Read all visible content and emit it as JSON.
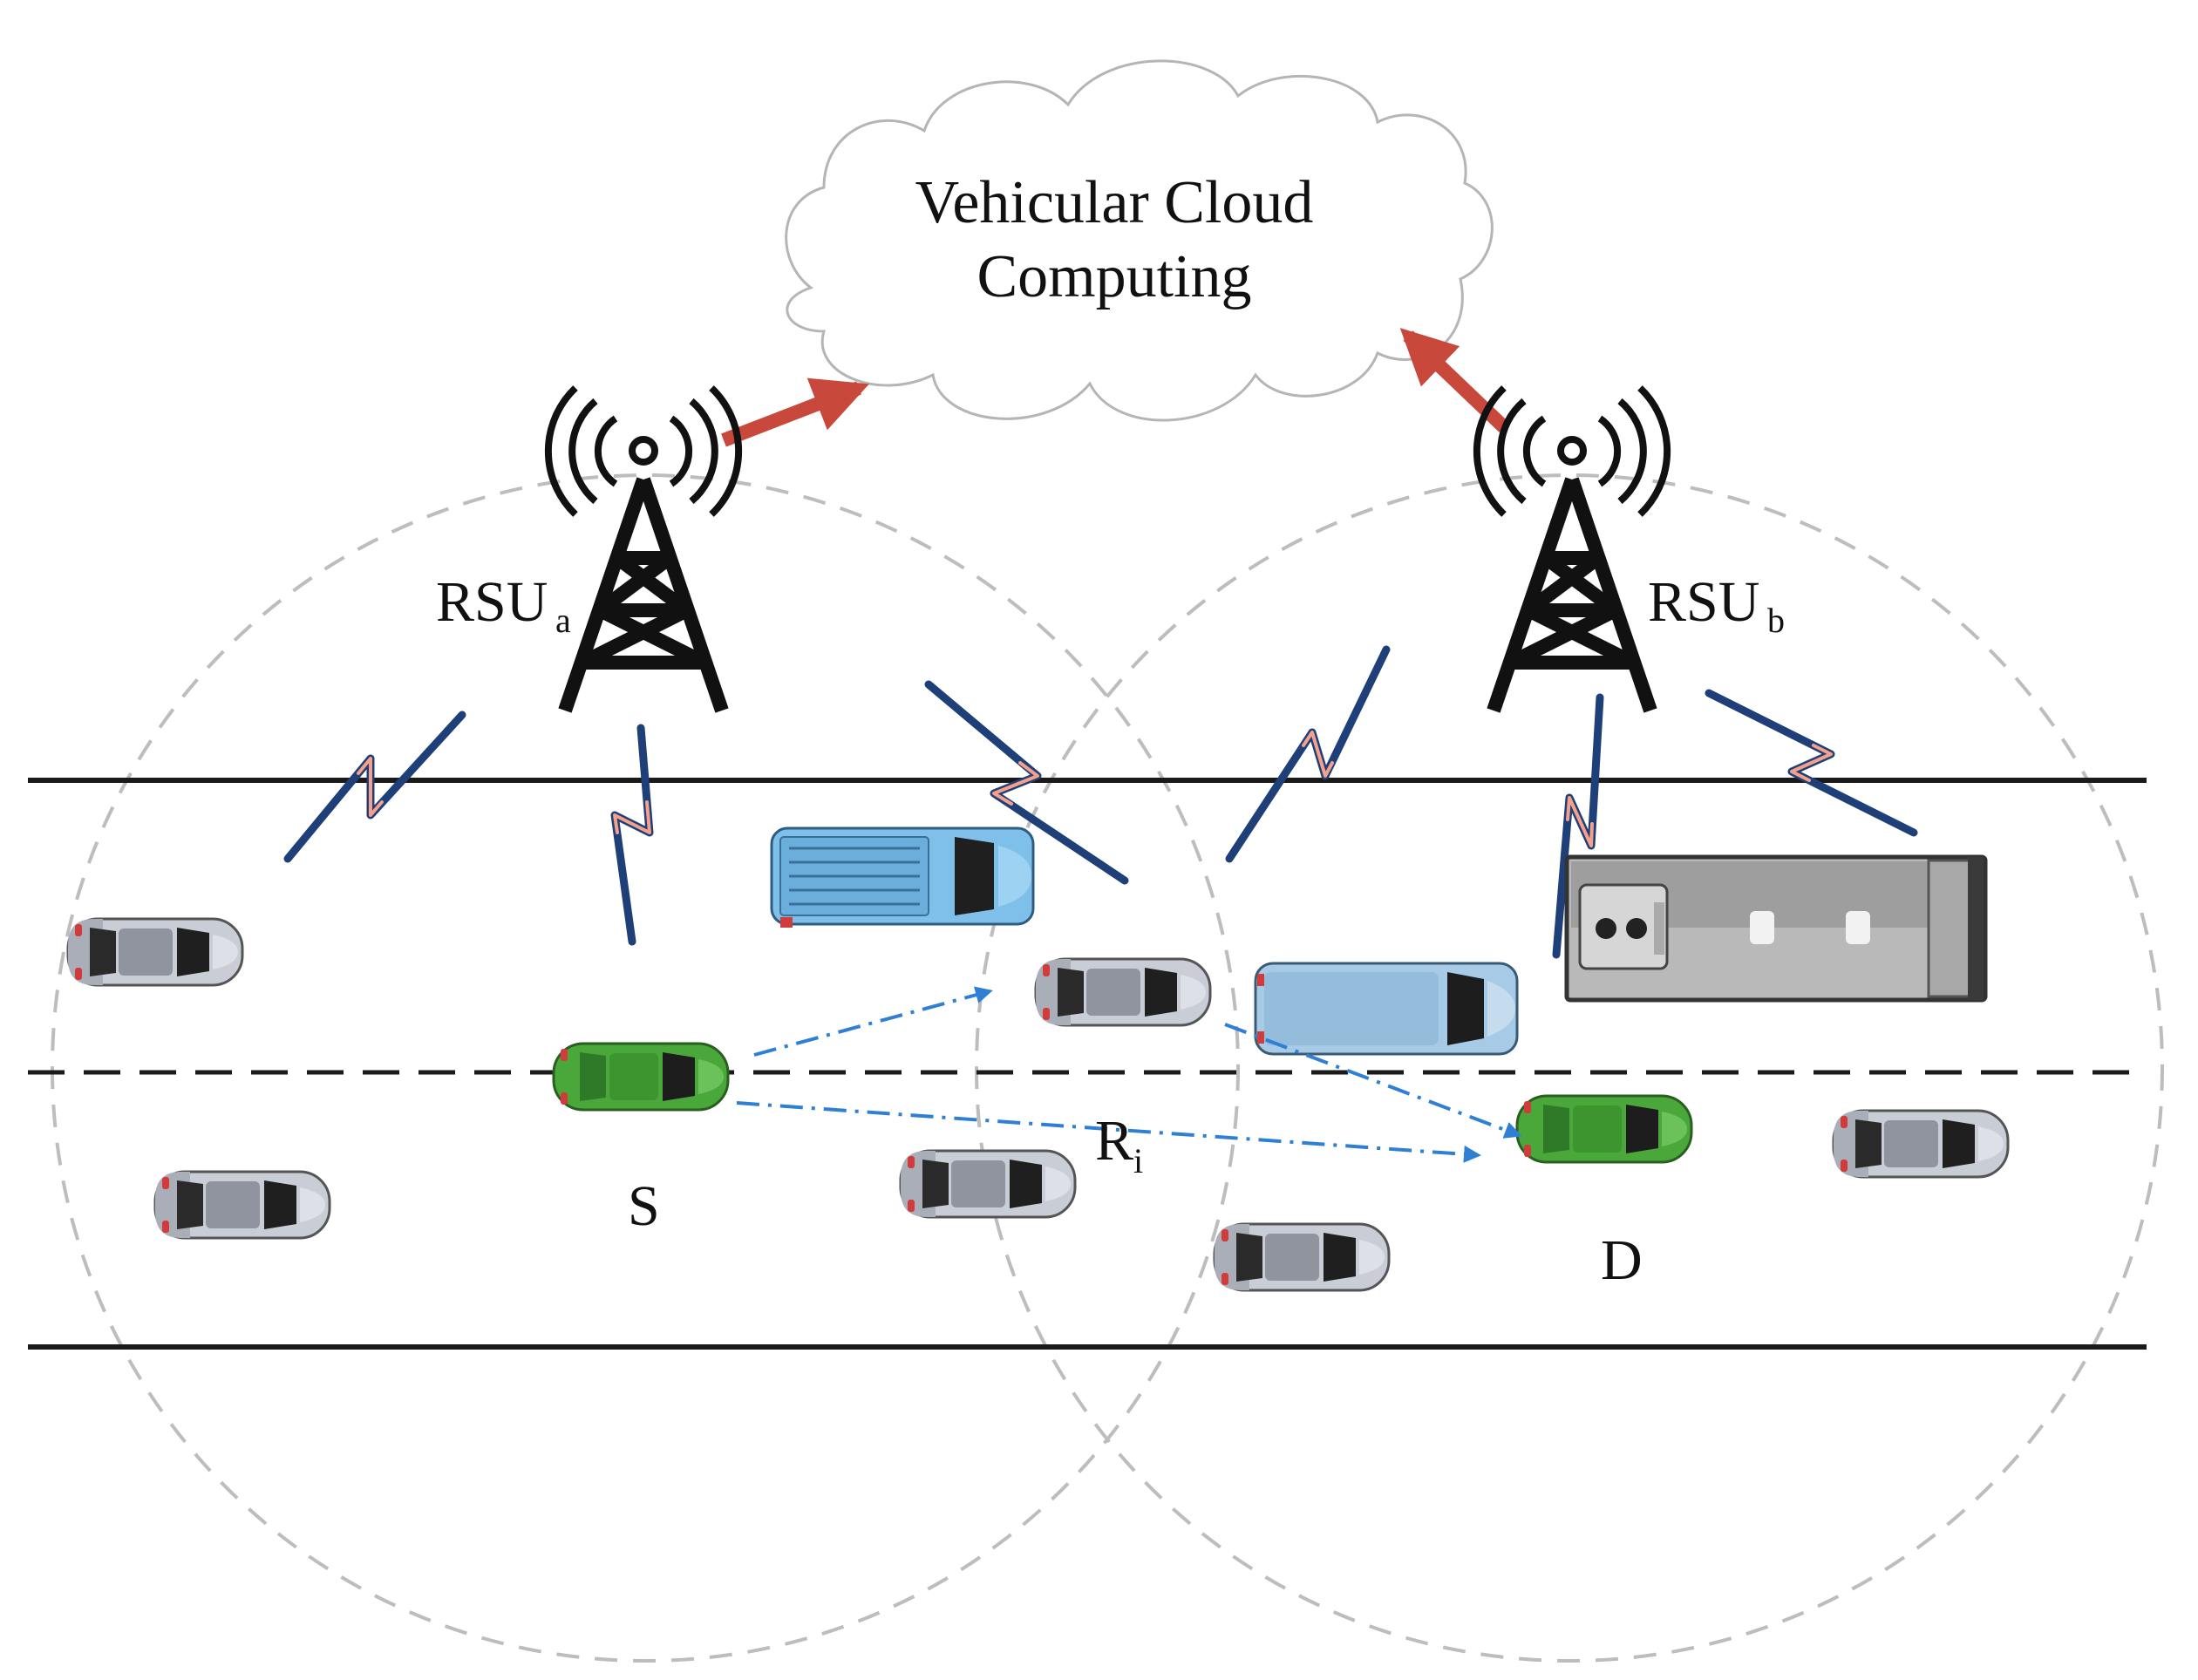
{
  "cloud": {
    "line1": "Vehicular Cloud",
    "line2": "Computing"
  },
  "rsu_a": {
    "label": "RSU",
    "sub": "a"
  },
  "rsu_b": {
    "label": "RSU",
    "sub": "b"
  },
  "source": {
    "label": "S"
  },
  "relay": {
    "label": "R",
    "sub": "i"
  },
  "destination": {
    "label": "D"
  },
  "colors": {
    "road_line": "#1a1a1a",
    "coverage_circle": "#bdbdbd",
    "cloud_outline": "#b5b5b5",
    "uplink_arrow": "#c8483c",
    "v2v_link": "#2f7fd4",
    "wireless_bolt_outline": "#1f3f78",
    "wireless_bolt_fill": "#f4a08a",
    "tower": "#111111",
    "sedan_body": "#c9cdd6",
    "source_dest_car": "#4aa83a",
    "pickup_truck": "#7fc0ea",
    "van": "#a7cbe6",
    "bus": "#b9b9b9"
  }
}
